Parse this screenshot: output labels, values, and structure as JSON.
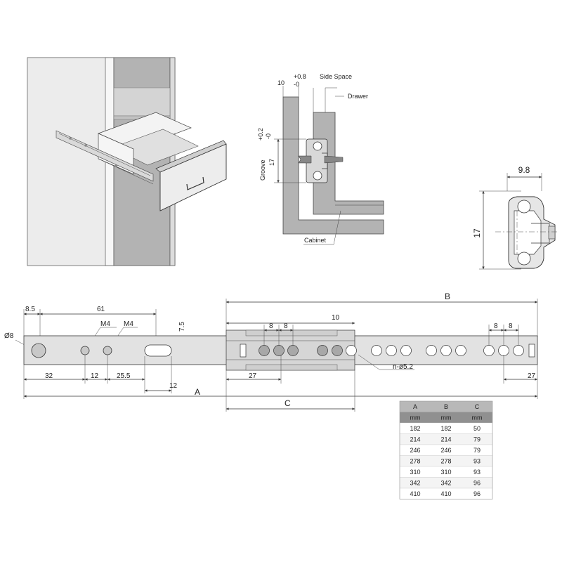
{
  "colors": {
    "panel": "#e9e9e9",
    "wall": "#b3b3b3",
    "rail": "#e2e2e2",
    "hole": "#c8c8c8",
    "hole_dark": "#9a9a9a",
    "table_head": "#b8b8b8",
    "table_unit": "#909090"
  },
  "detail": {
    "dim_10": "10",
    "tol_plus": "+0.8",
    "tol_zero": "-0",
    "side_space": "Side Space",
    "drawer": "Drawer",
    "groove_tol_plus": "+0.2",
    "groove_tol_minus": "-0",
    "groove": "Groove",
    "groove_17": "17",
    "cabinet": "Cabinet"
  },
  "profile": {
    "width": "9.8",
    "height": "17"
  },
  "rail": {
    "label_B": "B",
    "dim_10": "10",
    "dim_8_5": "8.5",
    "dim_61": "61",
    "m4_a": "M4",
    "m4_b": "M4",
    "dim_7_5": "7.5",
    "dia_8": "Ø8",
    "dim_8_a": "8",
    "dim_8_b": "8",
    "dim_8_c": "8",
    "dim_8_d": "8",
    "dim_32": "32",
    "dim_12_a": "12",
    "dim_25_5": "25.5",
    "dim_12_b": "12",
    "label_A": "A",
    "dim_27_a": "27",
    "hole_note": "n-ø5.2",
    "dim_27_b": "27",
    "label_C": "C"
  },
  "table": {
    "headers": [
      "A",
      "B",
      "C"
    ],
    "units": [
      "mm",
      "mm",
      "mm"
    ],
    "rows": [
      [
        "182",
        "182",
        "50"
      ],
      [
        "214",
        "214",
        "79"
      ],
      [
        "246",
        "246",
        "79"
      ],
      [
        "278",
        "278",
        "93"
      ],
      [
        "310",
        "310",
        "93"
      ],
      [
        "342",
        "342",
        "96"
      ],
      [
        "410",
        "410",
        "96"
      ]
    ]
  }
}
